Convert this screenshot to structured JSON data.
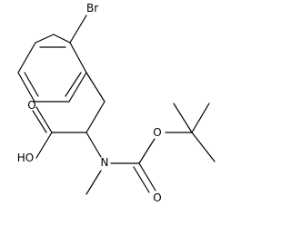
{
  "structure": {
    "atoms": {
      "bromine": "Br",
      "hydroxyl": "HO",
      "carbonyl_oxygen_acid": "O",
      "nitrogen": "N",
      "carbonyl_oxygen_boc": "O",
      "ester_oxygen_boc": "O"
    },
    "colors": {
      "bond": "#000000",
      "label": "#000000",
      "background": "#ffffff"
    }
  }
}
